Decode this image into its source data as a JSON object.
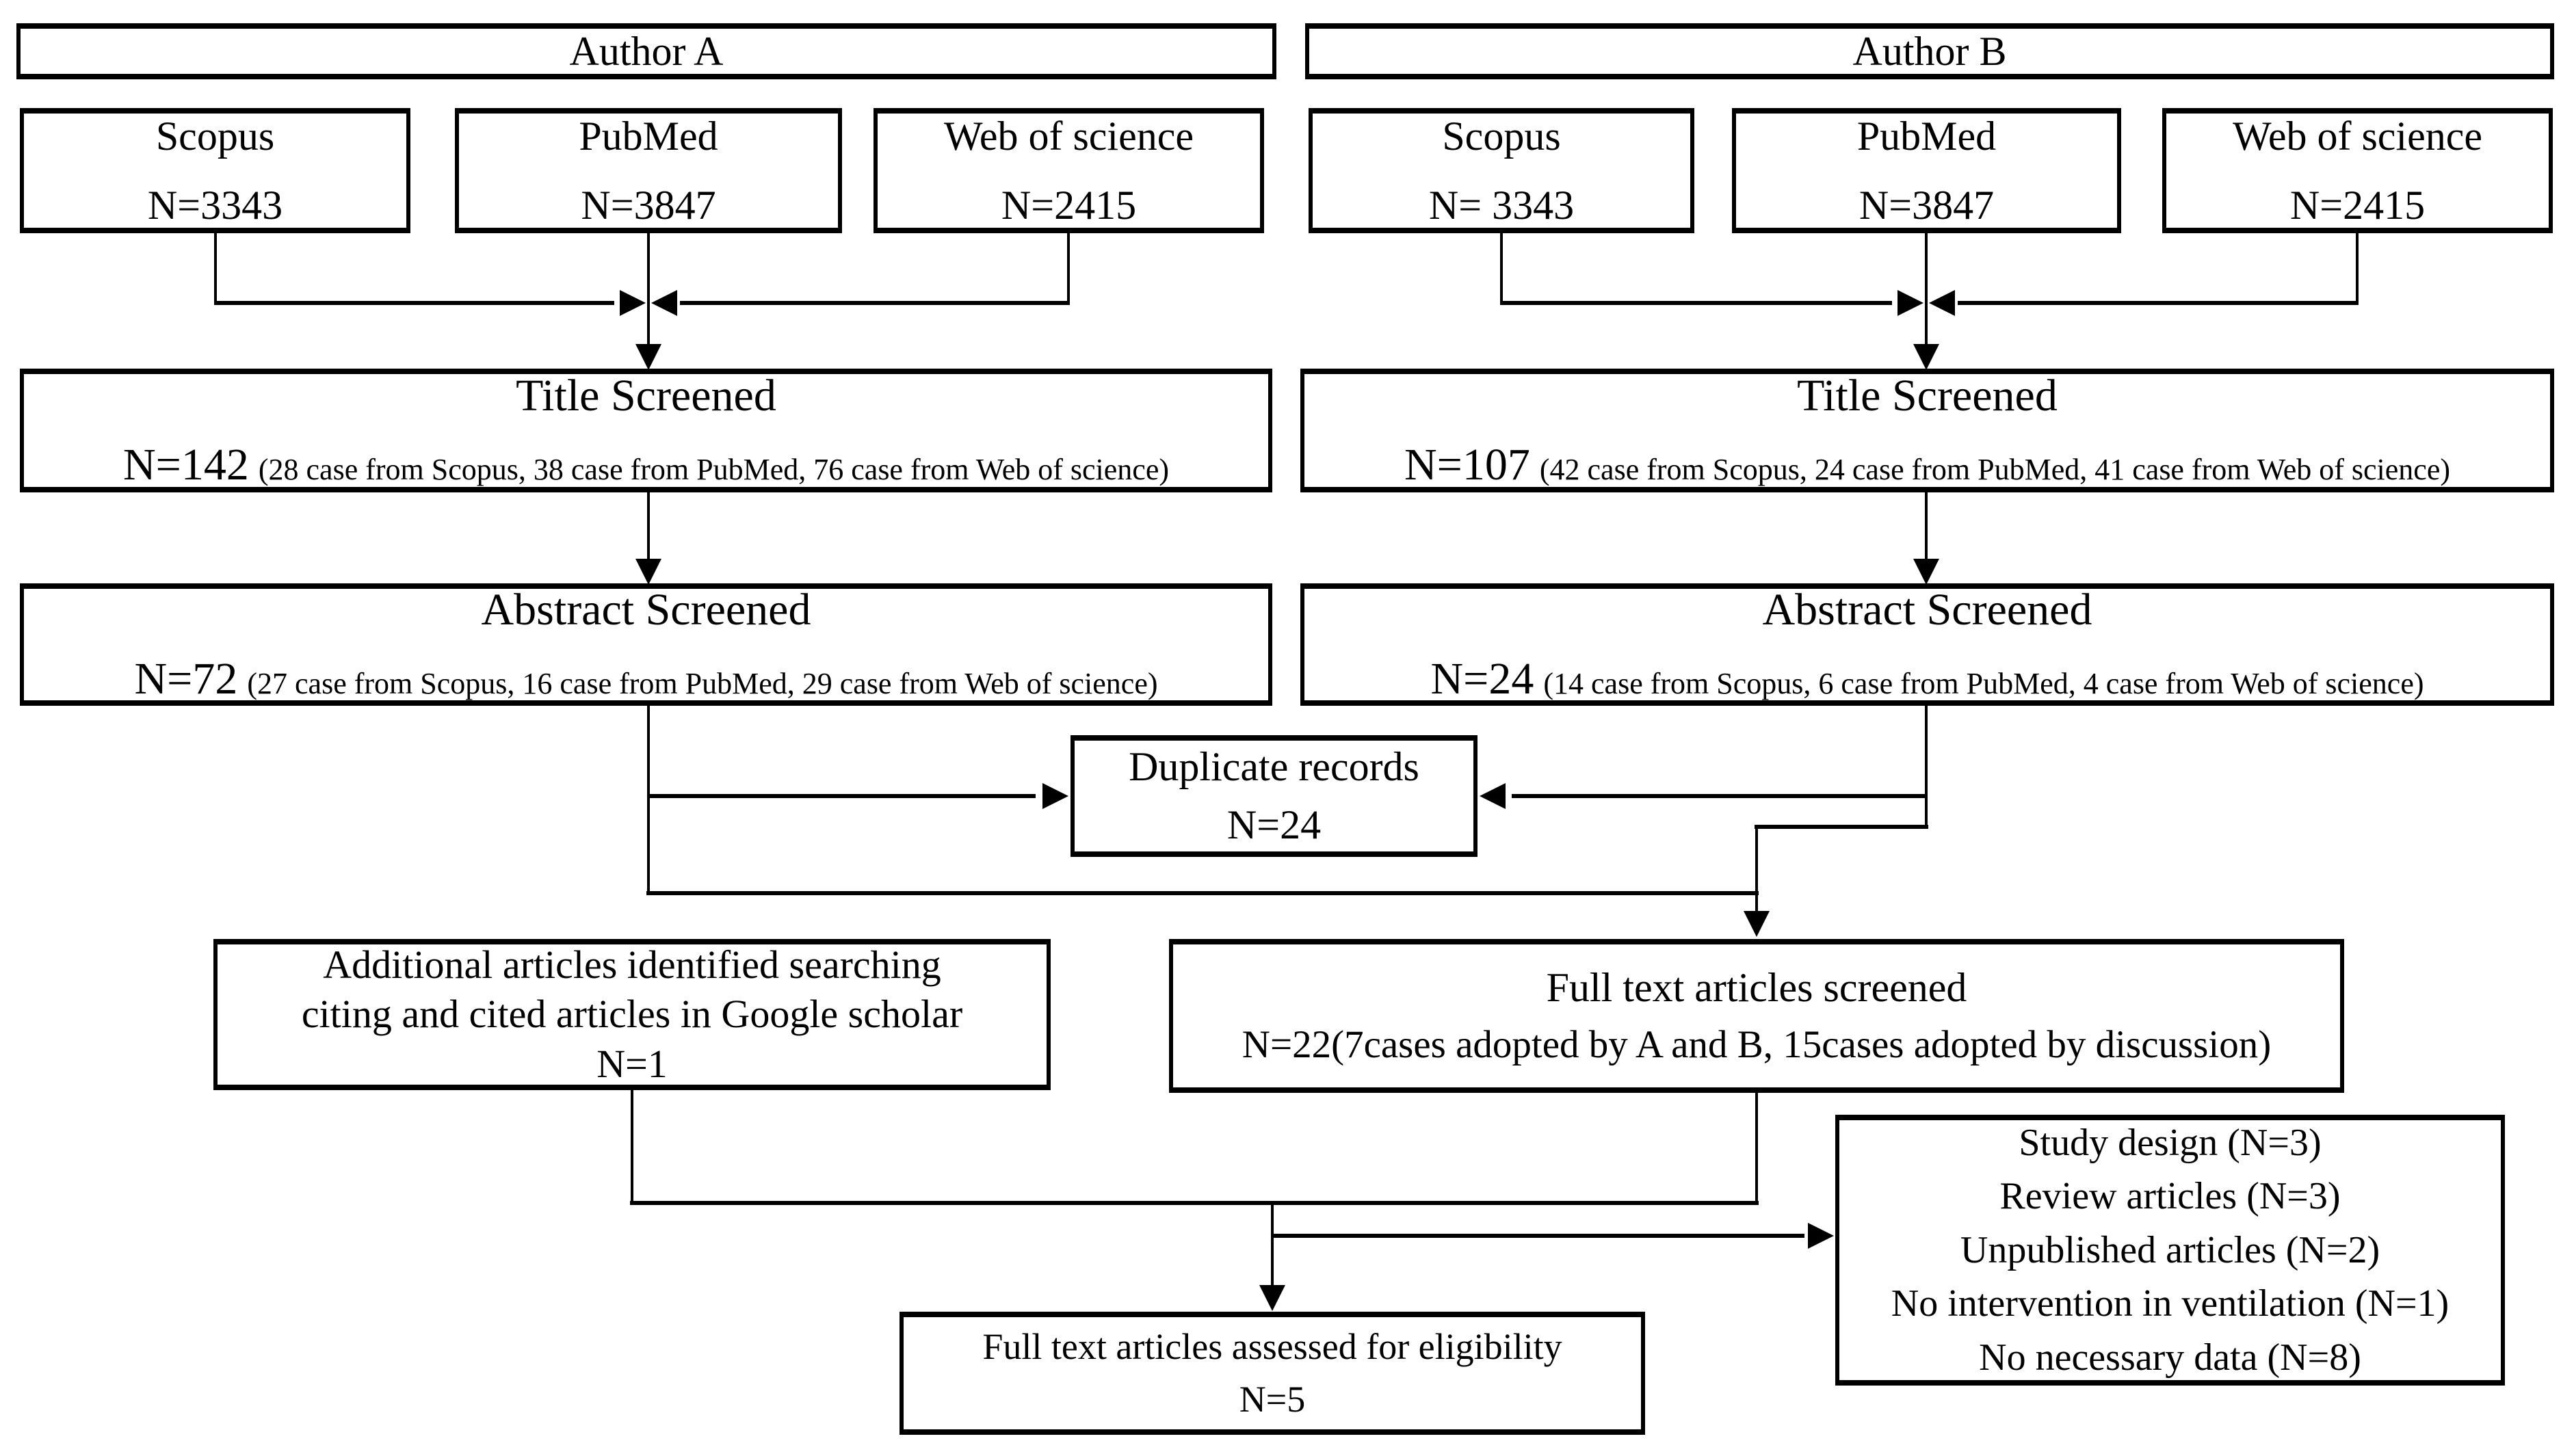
{
  "colors": {
    "ink": "#000000",
    "background": "#ffffff"
  },
  "diagram": {
    "author_a": {
      "header": "Author A",
      "sources": [
        {
          "name": "Scopus",
          "count": "N=3343"
        },
        {
          "name": "PubMed",
          "count": "N=3847"
        },
        {
          "name": "Web of science",
          "count": "N=2415"
        }
      ],
      "title_screened": {
        "title": "Title Screened",
        "count": "N=142",
        "detail": "(28 case from Scopus, 38 case from PubMed, 76 case from Web of science)"
      },
      "abstract_screened": {
        "title": "Abstract Screened",
        "count": "N=72",
        "detail": "(27 case from Scopus, 16 case from PubMed, 29 case from Web of science)"
      }
    },
    "author_b": {
      "header": "Author B",
      "sources": [
        {
          "name": "Scopus",
          "count": "N= 3343"
        },
        {
          "name": "PubMed",
          "count": "N=3847"
        },
        {
          "name": "Web of science",
          "count": "N=2415"
        }
      ],
      "title_screened": {
        "title": "Title Screened",
        "count": "N=107",
        "detail": "(42 case from Scopus, 24 case from PubMed, 41 case from Web of science)"
      },
      "abstract_screened": {
        "title": "Abstract Screened",
        "count": "N=24",
        "detail": "(14 case from Scopus, 6 case from PubMed, 4 case from Web of science)"
      }
    },
    "duplicate_records": {
      "line1": "Duplicate records",
      "line2": "N=24"
    },
    "additional_articles": {
      "line1": "Additional articles identified searching",
      "line2": "citing and cited articles in Google scholar",
      "line3": "N=1"
    },
    "full_text_screened": {
      "line1": "Full text articles screened",
      "line2": "N=22(7cases adopted by A and B, 15cases adopted by discussion)"
    },
    "exclusions": {
      "lines": [
        "Study design (N=3)",
        "Review articles (N=3)",
        "Unpublished articles (N=2)",
        "No intervention in ventilation (N=1)",
        "No necessary data (N=8)"
      ]
    },
    "full_text_assessed": {
      "line1": "Full text articles assessed for eligibility",
      "line2": "N=5"
    }
  }
}
